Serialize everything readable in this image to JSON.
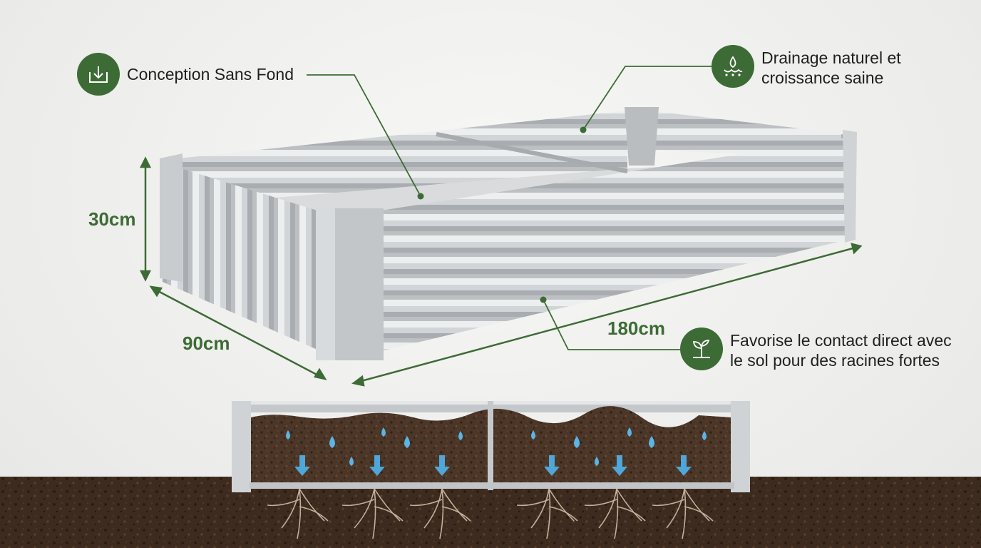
{
  "callouts": {
    "bottomless": {
      "icon": "download-arrow-icon",
      "text": "Conception Sans Fond"
    },
    "drainage": {
      "icon": "water-drops-icon",
      "line1": "Drainage naturel et",
      "line2": "croissance saine"
    },
    "roots": {
      "icon": "sprout-icon",
      "line1": "Favorise le contact direct avec",
      "line2": "le sol pour des racines fortes"
    }
  },
  "dimensions": {
    "height": "30cm",
    "width": "90cm",
    "length": "180cm"
  },
  "colors": {
    "accent_green": "#3d6b35",
    "metal": "#c9ccce",
    "soil": "#4a3526",
    "water": "#5bb4e6"
  }
}
